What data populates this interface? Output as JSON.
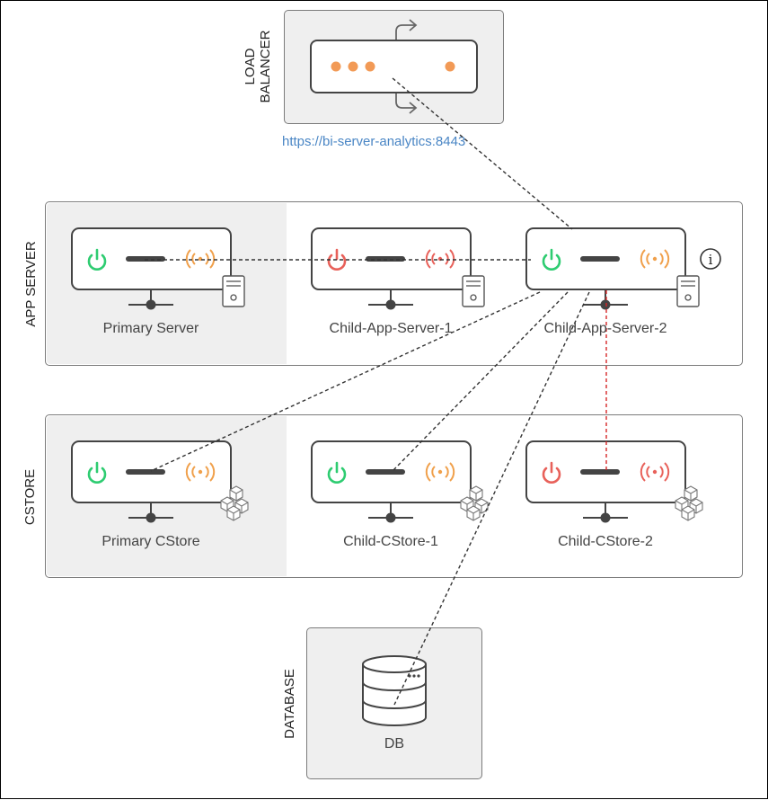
{
  "colors": {
    "green": "#2ecc71",
    "red": "#e8615a",
    "orange": "#f0a04b",
    "lb_dot": "#f29a56",
    "link": "#4a86c5",
    "dashed_dark": "#333333",
    "dashed_red": "#d62728"
  },
  "load_balancer": {
    "label": "LOAD\nBALANCER",
    "url": "https://bi-server-analytics:8443",
    "icon": "arrows-icon"
  },
  "app_server": {
    "label": "APP SERVER",
    "nodes": [
      {
        "name": "Primary Server",
        "power": "green",
        "signal": "orange",
        "badge": "server-icon"
      },
      {
        "name": "Child-App-Server-1",
        "power": "red",
        "signal": "red",
        "badge": "server-icon"
      },
      {
        "name": "Child-App-Server-2",
        "power": "green",
        "signal": "orange",
        "badge": "server-icon",
        "info": "i"
      }
    ]
  },
  "cstore": {
    "label": "CSTORE",
    "nodes": [
      {
        "name": "Primary CStore",
        "power": "green",
        "signal": "orange",
        "badge": "cubes-icon"
      },
      {
        "name": "Child-CStore-1",
        "power": "green",
        "signal": "orange",
        "badge": "cubes-icon"
      },
      {
        "name": "Child-CStore-2",
        "power": "red",
        "signal": "red",
        "badge": "cubes-icon"
      }
    ]
  },
  "database": {
    "label": "DATABASE",
    "node": {
      "name": "DB",
      "icon": "database-icon"
    }
  }
}
